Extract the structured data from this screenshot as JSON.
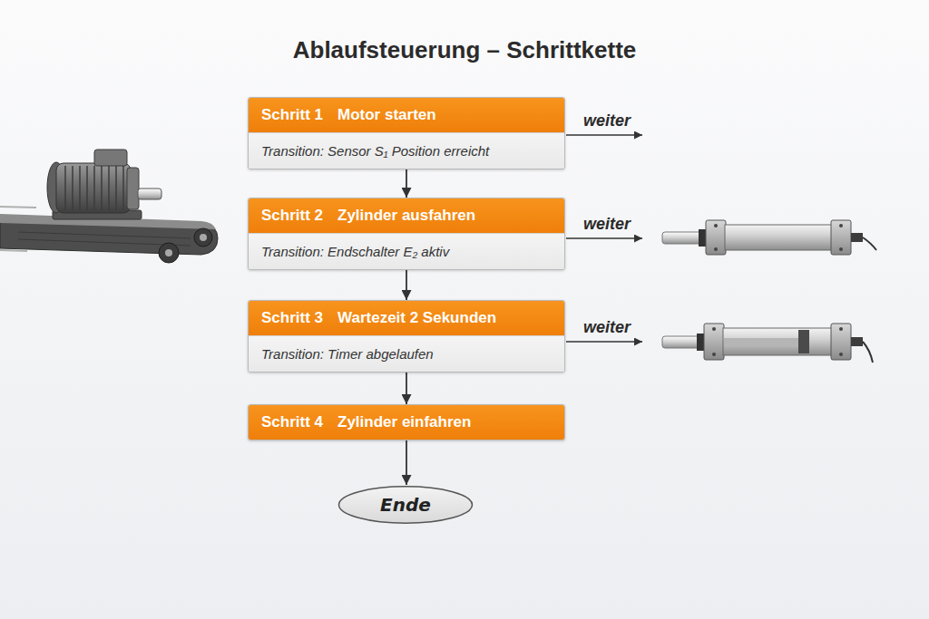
{
  "diagram": {
    "title": "Ablaufsteuerung – Schrittkette",
    "nodes": [
      {
        "text": [
          "Schritt 1",
          "Motor starten",
          "Transition: Sensor S₁ Position erreicht"
        ]
      },
      {
        "text": [
          "Schritt 2",
          "Zylinder ausfahren",
          "Transition: Endschalter E₂ aktiv"
        ]
      },
      {
        "text": [
          "Schritt 3",
          "Wartezeit 2 Sekunden",
          "Transition: Timer abgelaufen"
        ]
      },
      {
        "text": [
          "Schritt 4",
          "Zylinder einfahren"
        ]
      },
      {
        "text": [
          "Ende"
        ]
      }
    ],
    "edges": [
      {
        "from": 0,
        "to": 1,
        "arrow": "to"
      },
      {
        "from": 1,
        "to": 2,
        "arrow": "to"
      },
      {
        "from": 2,
        "to": 3,
        "arrow": "to"
      },
      {
        "from": 3,
        "to": 4,
        "arrow": "to"
      }
    ],
    "labels": [
      "weiter",
      "weiter",
      "weiter"
    ]
  }
}
